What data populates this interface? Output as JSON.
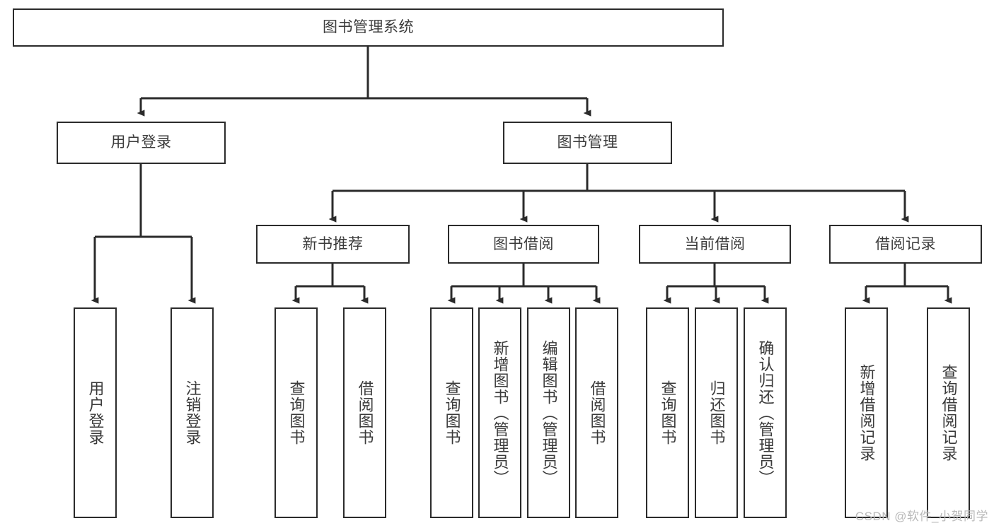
{
  "diagram": {
    "title": "图书管理系统",
    "type": "function-structure-tree",
    "watermark": "CSDN @软件_小贺同学",
    "colors": {
      "box_border": "#2b2b2b",
      "box_fill": "#ffffff",
      "text": "#3b3b3b",
      "connector": "#2b2b2b",
      "watermark": "#b9b9b9",
      "background": "#ffffff"
    },
    "root": {
      "label": "图书管理系统"
    },
    "level1": [
      {
        "label": "用户登录"
      },
      {
        "label": "图书管理"
      }
    ],
    "level2": [
      {
        "label": "新书推荐"
      },
      {
        "label": "图书借阅"
      },
      {
        "label": "当前借阅"
      },
      {
        "label": "借阅记录"
      }
    ],
    "leaves": {
      "user_login": [
        {
          "label": "用户登录"
        },
        {
          "label": "注销登录"
        }
      ],
      "new_book_recommend": [
        {
          "label": "查询图书"
        },
        {
          "label": "借阅图书"
        }
      ],
      "book_borrow": [
        {
          "label": "查询图书"
        },
        {
          "label": "新增图书（管理员）"
        },
        {
          "label": "编辑图书（管理员）"
        },
        {
          "label": "借阅图书"
        }
      ],
      "current_borrow": [
        {
          "label": "查询图书"
        },
        {
          "label": "归还图书"
        },
        {
          "label": "确认归还（管理员）"
        }
      ],
      "borrow_record": [
        {
          "label": "新增借阅记录"
        },
        {
          "label": "查询借阅记录"
        }
      ]
    }
  }
}
